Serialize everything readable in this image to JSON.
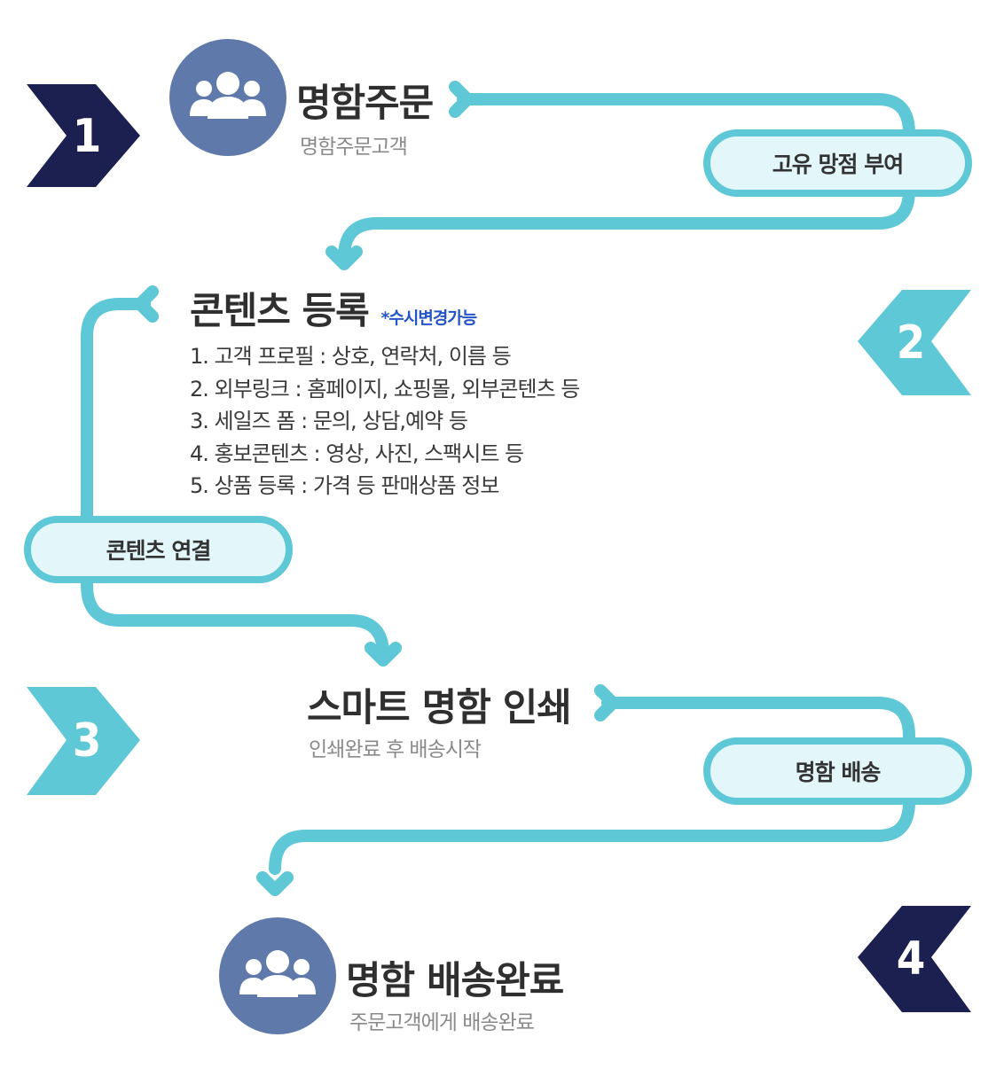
{
  "colors": {
    "navy": "#1c2050",
    "teal": "#5ec8d6",
    "pill_fill": "#e3f7fb",
    "avatar": "#5f7aaa",
    "accent_text": "#2454c9"
  },
  "steps": [
    {
      "number": "1",
      "title": "명함주문",
      "subtitle": "명함주문고객",
      "icon": "users-icon"
    },
    {
      "number": "2",
      "title": "콘텐츠 등록",
      "note": "*수시변경가능",
      "items": [
        "1. 고객 프로필 : 상호, 연락처, 이름 등",
        "2. 외부링크 : 홈페이지, 쇼핑몰, 외부콘텐츠 등",
        "3. 세일즈 폼 : 문의, 상담,예약 등",
        "4. 홍보콘텐츠 : 영상, 사진, 스팩시트 등",
        "5. 상품 등록 : 가격 등 판매상품 정보"
      ]
    },
    {
      "number": "3",
      "title": "스마트 명함 인쇄",
      "subtitle": "인쇄완료 후 배송시작"
    },
    {
      "number": "4",
      "title": "명함 배송완료",
      "subtitle": "주문고객에게 배송완료",
      "icon": "users-icon"
    }
  ],
  "connectors": [
    {
      "label": "고유 망점 부여"
    },
    {
      "label": "콘텐츠 연결"
    },
    {
      "label": "명함 배송"
    }
  ]
}
